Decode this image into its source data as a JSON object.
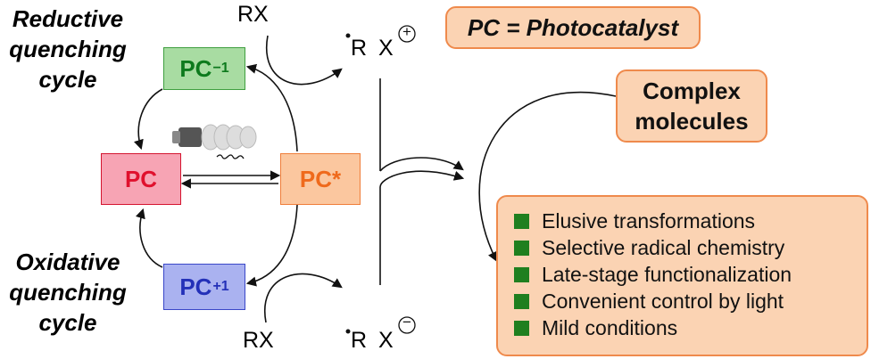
{
  "cycles": {
    "reductive": [
      "Reductive",
      "quenching",
      "cycle"
    ],
    "oxidative": [
      "Oxidative",
      "quenching",
      "cycle"
    ]
  },
  "boxes": {
    "pc": "PC",
    "pc_excited": "PC*",
    "pc_minus": "PC",
    "pc_minus_sup": "−1",
    "pc_plus": "PC",
    "pc_plus_sup": "+1"
  },
  "reagents": {
    "rx_top": "RX",
    "rx_bottom": "RX",
    "radical_top": "R",
    "radical_bottom": "R",
    "anion_top": "X",
    "anion_bottom": "X",
    "charge_top": "+",
    "charge_bottom": "−"
  },
  "definition": "PC = Photocatalyst",
  "complex": [
    "Complex",
    "molecules"
  ],
  "benefits": [
    "Elusive transformations",
    "Selective radical chemistry",
    "Late-stage functionalization",
    "Convenient control by light",
    "Mild conditions"
  ],
  "colors": {
    "pc": "#e0102d",
    "pc_excited": "#ef6a1c",
    "pc_minus": "#0d7a1d",
    "pc_plus": "#2330b8",
    "bullet": "#1f7f1f",
    "panel": "#fbd3b3"
  }
}
